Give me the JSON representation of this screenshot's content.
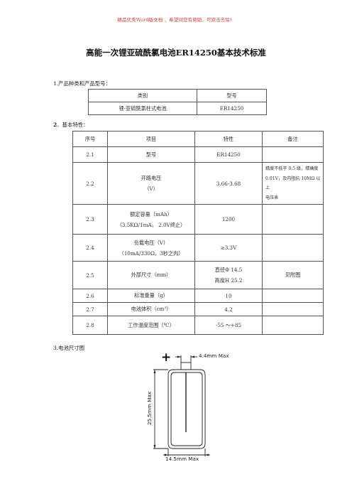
{
  "banner": "精品优秀Word版文档 ，希望对您有帮助，可双击去除！",
  "title": "高能一次锂亚硫酰氯电池ER14250基本技术标准",
  "section1": {
    "label": "1.产品种类和产品型号："
  },
  "table1": {
    "headers": [
      "类别",
      "型号"
    ],
    "row": [
      "锂-亚硫酰氯柱式电池",
      "ER14250"
    ]
  },
  "section2": {
    "num": "2",
    "label": "、基本特性："
  },
  "table2": {
    "headers": [
      "序号",
      "项目",
      "特性",
      "备注"
    ],
    "rows": [
      {
        "no": "2.1",
        "item": "型号",
        "spec": "ER14250"
      },
      {
        "no": "2.2",
        "item_l1": "开路电压",
        "item_l2": "（V）",
        "spec": "3.66-3.68",
        "note": [
          "精度不低于 0.5 级，精确度",
          "0.01V，及内阻抗 10MΩ 以上",
          "电压表"
        ]
      },
      {
        "no": "2.3",
        "item_l1": "额定容量（mAh）",
        "item_l2": "（3.5KΩ/1mA， 2.0V终止）",
        "spec": "1200"
      },
      {
        "no": "2.4",
        "item_l1": "负载电压（V）",
        "item_l2": "（10mA/330Ω，3秒之内）",
        "spec": "≥3.3V"
      },
      {
        "no": "2.5",
        "item": "外部尺寸（mm）",
        "spec_l1": "直径Φ  14.5",
        "spec_l2": "高度H   25.2",
        "note": "见附图"
      },
      {
        "no": "2.6",
        "item": "标准重量（g）",
        "spec": "10"
      },
      {
        "no": "2.7",
        "item": "电池体积（cm³）",
        "spec": "4.2"
      },
      {
        "no": "2.8",
        "item": "工作温度范围（℃）",
        "spec": "-55 ～+85"
      }
    ]
  },
  "section3": {
    "label": "3.电池尺寸图"
  },
  "diagram": {
    "plus": "+",
    "top_dim": "4.4mm Max",
    "side_dim": "25.5mm Max",
    "bottom_dim": "14.5mm Max"
  }
}
